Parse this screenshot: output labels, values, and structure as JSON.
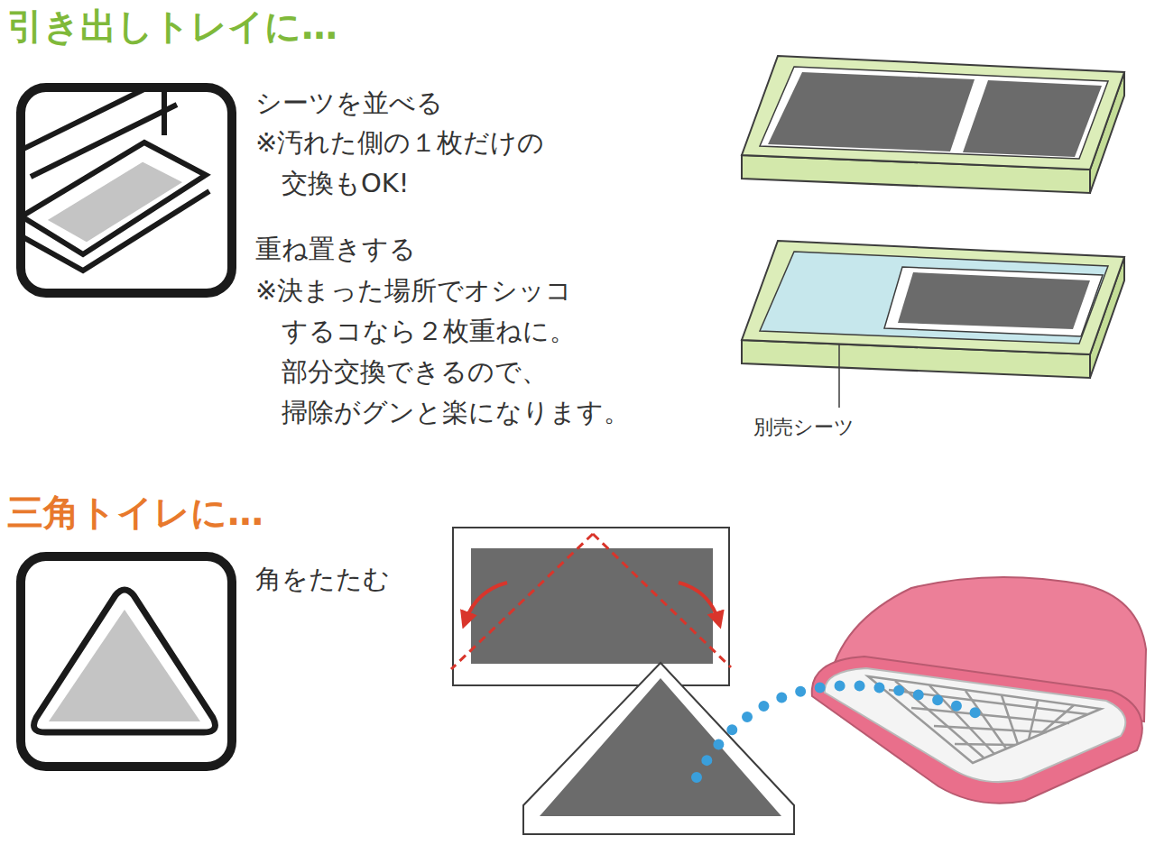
{
  "diagram": {
    "labels": [
      "引き出しトレイに…",
      "シーツを並べる",
      "※汚れた側の１枚だけの 交換もOK!",
      "重ね置きする",
      "※決まった場所でオシッコ するコなら２枚重ねに。 部分交換できるので、 掃除がグンと楽になります。",
      "別売シーツ",
      "三角トイレに…",
      "角をたたむ"
    ]
  }
}
